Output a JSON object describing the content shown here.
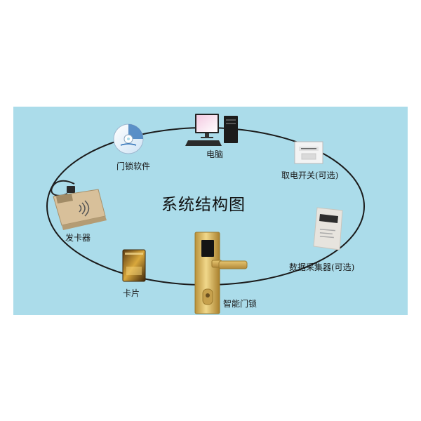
{
  "diagram": {
    "title": "系统结构图",
    "nodes": {
      "software": {
        "label": "门锁软件",
        "icon": "cd-disc-icon"
      },
      "computer": {
        "label": "电脑",
        "icon": "desktop-computer-icon"
      },
      "power_switch": {
        "label": "取电开关(可选)",
        "icon": "power-switch-icon"
      },
      "data_collector": {
        "label": "数据采集器(可选)",
        "icon": "data-collector-icon"
      },
      "smart_lock": {
        "label": "智能门锁",
        "icon": "smart-door-lock-icon"
      },
      "card": {
        "label": "卡片",
        "icon": "card-icon"
      },
      "card_issuer": {
        "label": "发卡器",
        "icon": "card-issuer-icon"
      }
    },
    "colors": {
      "background": "#abdcea",
      "ring": "#1b1b1b",
      "gold": "#d7b356"
    }
  }
}
